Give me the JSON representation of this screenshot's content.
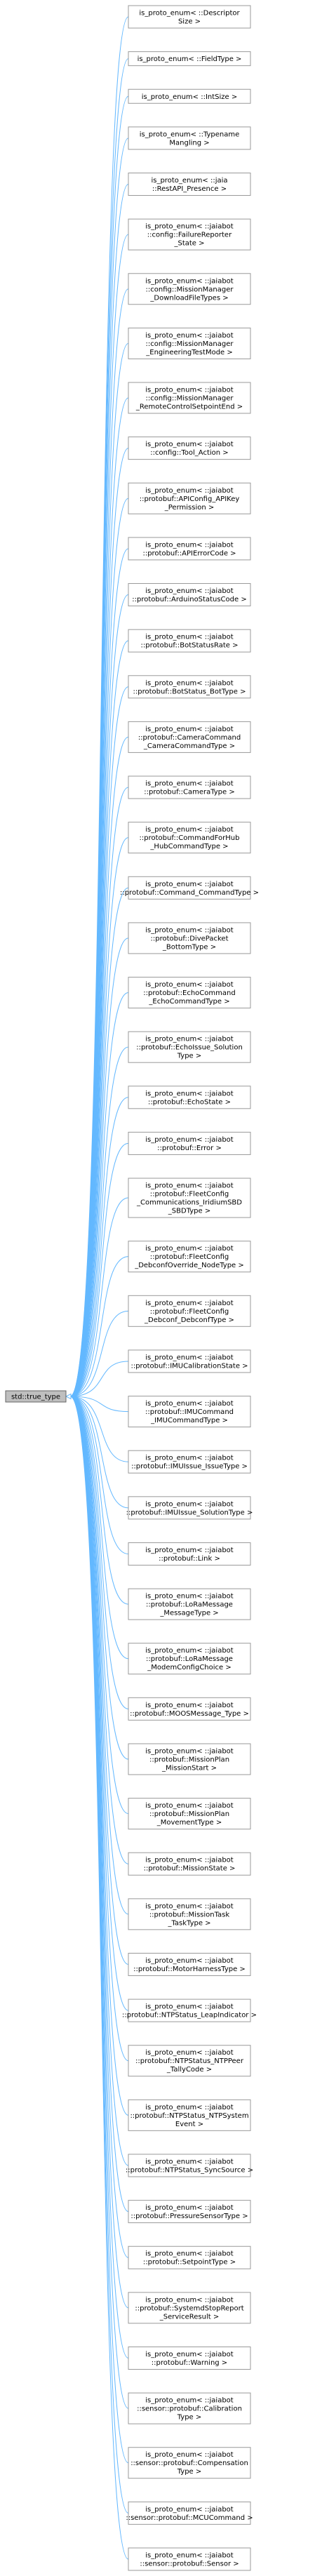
{
  "root": {
    "label": "std::true_type"
  },
  "nodes": [
    {
      "lines": [
        "is_proto_enum< ::Descriptor",
        "Size >"
      ]
    },
    {
      "lines": [
        "is_proto_enum< ::FieldType >"
      ]
    },
    {
      "lines": [
        "is_proto_enum< ::IntSize >"
      ]
    },
    {
      "lines": [
        "is_proto_enum< ::Typename",
        "Mangling >"
      ]
    },
    {
      "lines": [
        "is_proto_enum< ::jaia",
        "::RestAPI_Presence >"
      ]
    },
    {
      "lines": [
        "is_proto_enum< ::jaiabot",
        "::config::FailureReporter",
        "_State >"
      ]
    },
    {
      "lines": [
        "is_proto_enum< ::jaiabot",
        "::config::MissionManager",
        "_DownloadFileTypes >"
      ]
    },
    {
      "lines": [
        "is_proto_enum< ::jaiabot",
        "::config::MissionManager",
        "_EngineeringTestMode >"
      ]
    },
    {
      "lines": [
        "is_proto_enum< ::jaiabot",
        "::config::MissionManager",
        "_RemoteControlSetpointEnd >"
      ]
    },
    {
      "lines": [
        "is_proto_enum< ::jaiabot",
        "::config::Tool_Action >"
      ]
    },
    {
      "lines": [
        "is_proto_enum< ::jaiabot",
        "::protobuf::APIConfig_APIKey",
        "_Permission >"
      ]
    },
    {
      "lines": [
        "is_proto_enum< ::jaiabot",
        "::protobuf::APIErrorCode >"
      ]
    },
    {
      "lines": [
        "is_proto_enum< ::jaiabot",
        "::protobuf::ArduinoStatusCode >"
      ]
    },
    {
      "lines": [
        "is_proto_enum< ::jaiabot",
        "::protobuf::BotStatusRate >"
      ]
    },
    {
      "lines": [
        "is_proto_enum< ::jaiabot",
        "::protobuf::BotStatus_BotType >"
      ]
    },
    {
      "lines": [
        "is_proto_enum< ::jaiabot",
        "::protobuf::CameraCommand",
        "_CameraCommandType >"
      ]
    },
    {
      "lines": [
        "is_proto_enum< ::jaiabot",
        "::protobuf::CameraType >"
      ]
    },
    {
      "lines": [
        "is_proto_enum< ::jaiabot",
        "::protobuf::CommandForHub",
        "_HubCommandType >"
      ]
    },
    {
      "lines": [
        "is_proto_enum< ::jaiabot",
        "::protobuf::Command_CommandType >"
      ]
    },
    {
      "lines": [
        "is_proto_enum< ::jaiabot",
        "::protobuf::DivePacket",
        "_BottomType >"
      ]
    },
    {
      "lines": [
        "is_proto_enum< ::jaiabot",
        "::protobuf::EchoCommand",
        "_EchoCommandType >"
      ]
    },
    {
      "lines": [
        "is_proto_enum< ::jaiabot",
        "::protobuf::EchoIssue_Solution",
        "Type >"
      ]
    },
    {
      "lines": [
        "is_proto_enum< ::jaiabot",
        "::protobuf::EchoState >"
      ]
    },
    {
      "lines": [
        "is_proto_enum< ::jaiabot",
        "::protobuf::Error >"
      ]
    },
    {
      "lines": [
        "is_proto_enum< ::jaiabot",
        "::protobuf::FleetConfig",
        "_Communications_IridiumSBD",
        "_SBDType >"
      ]
    },
    {
      "lines": [
        "is_proto_enum< ::jaiabot",
        "::protobuf::FleetConfig",
        "_DebconfOverride_NodeType >"
      ]
    },
    {
      "lines": [
        "is_proto_enum< ::jaiabot",
        "::protobuf::FleetConfig",
        "_Debconf_DebconfType >"
      ]
    },
    {
      "lines": [
        "is_proto_enum< ::jaiabot",
        "::protobuf::IMUCalibrationState >"
      ]
    },
    {
      "lines": [
        "is_proto_enum< ::jaiabot",
        "::protobuf::IMUCommand",
        "_IMUCommandType >"
      ]
    },
    {
      "lines": [
        "is_proto_enum< ::jaiabot",
        "::protobuf::IMUIssue_IssueType >"
      ]
    },
    {
      "lines": [
        "is_proto_enum< ::jaiabot",
        "::protobuf::IMUIssue_SolutionType >"
      ]
    },
    {
      "lines": [
        "is_proto_enum< ::jaiabot",
        "::protobuf::Link >"
      ]
    },
    {
      "lines": [
        "is_proto_enum< ::jaiabot",
        "::protobuf::LoRaMessage",
        "_MessageType >"
      ]
    },
    {
      "lines": [
        "is_proto_enum< ::jaiabot",
        "::protobuf::LoRaMessage",
        "_ModemConfigChoice >"
      ]
    },
    {
      "lines": [
        "is_proto_enum< ::jaiabot",
        "::protobuf::MOOSMessage_Type >"
      ]
    },
    {
      "lines": [
        "is_proto_enum< ::jaiabot",
        "::protobuf::MissionPlan",
        "_MissionStart >"
      ]
    },
    {
      "lines": [
        "is_proto_enum< ::jaiabot",
        "::protobuf::MissionPlan",
        "_MovementType >"
      ]
    },
    {
      "lines": [
        "is_proto_enum< ::jaiabot",
        "::protobuf::MissionState >"
      ]
    },
    {
      "lines": [
        "is_proto_enum< ::jaiabot",
        "::protobuf::MissionTask",
        "_TaskType >"
      ]
    },
    {
      "lines": [
        "is_proto_enum< ::jaiabot",
        "::protobuf::MotorHarnessType >"
      ]
    },
    {
      "lines": [
        "is_proto_enum< ::jaiabot",
        "::protobuf::NTPStatus_LeapIndicator >"
      ]
    },
    {
      "lines": [
        "is_proto_enum< ::jaiabot",
        "::protobuf::NTPStatus_NTPPeer",
        "_TallyCode >"
      ]
    },
    {
      "lines": [
        "is_proto_enum< ::jaiabot",
        "::protobuf::NTPStatus_NTPSystem",
        "Event >"
      ]
    },
    {
      "lines": [
        "is_proto_enum< ::jaiabot",
        "::protobuf::NTPStatus_SyncSource >"
      ]
    },
    {
      "lines": [
        "is_proto_enum< ::jaiabot",
        "::protobuf::PressureSensorType >"
      ]
    },
    {
      "lines": [
        "is_proto_enum< ::jaiabot",
        "::protobuf::SetpointType >"
      ]
    },
    {
      "lines": [
        "is_proto_enum< ::jaiabot",
        "::protobuf::SystemdStopReport",
        "_ServiceResult >"
      ]
    },
    {
      "lines": [
        "is_proto_enum< ::jaiabot",
        "::protobuf::Warning >"
      ]
    },
    {
      "lines": [
        "is_proto_enum< ::jaiabot",
        "::sensor::protobuf::Calibration",
        "Type >"
      ]
    },
    {
      "lines": [
        "is_proto_enum< ::jaiabot",
        "::sensor::protobuf::Compensation",
        "Type >"
      ]
    },
    {
      "lines": [
        "is_proto_enum< ::jaiabot",
        "::sensor::protobuf::MCUCommand >"
      ]
    },
    {
      "lines": [
        "is_proto_enum< ::jaiabot",
        "::sensor::protobuf::Sensor >"
      ]
    }
  ]
}
